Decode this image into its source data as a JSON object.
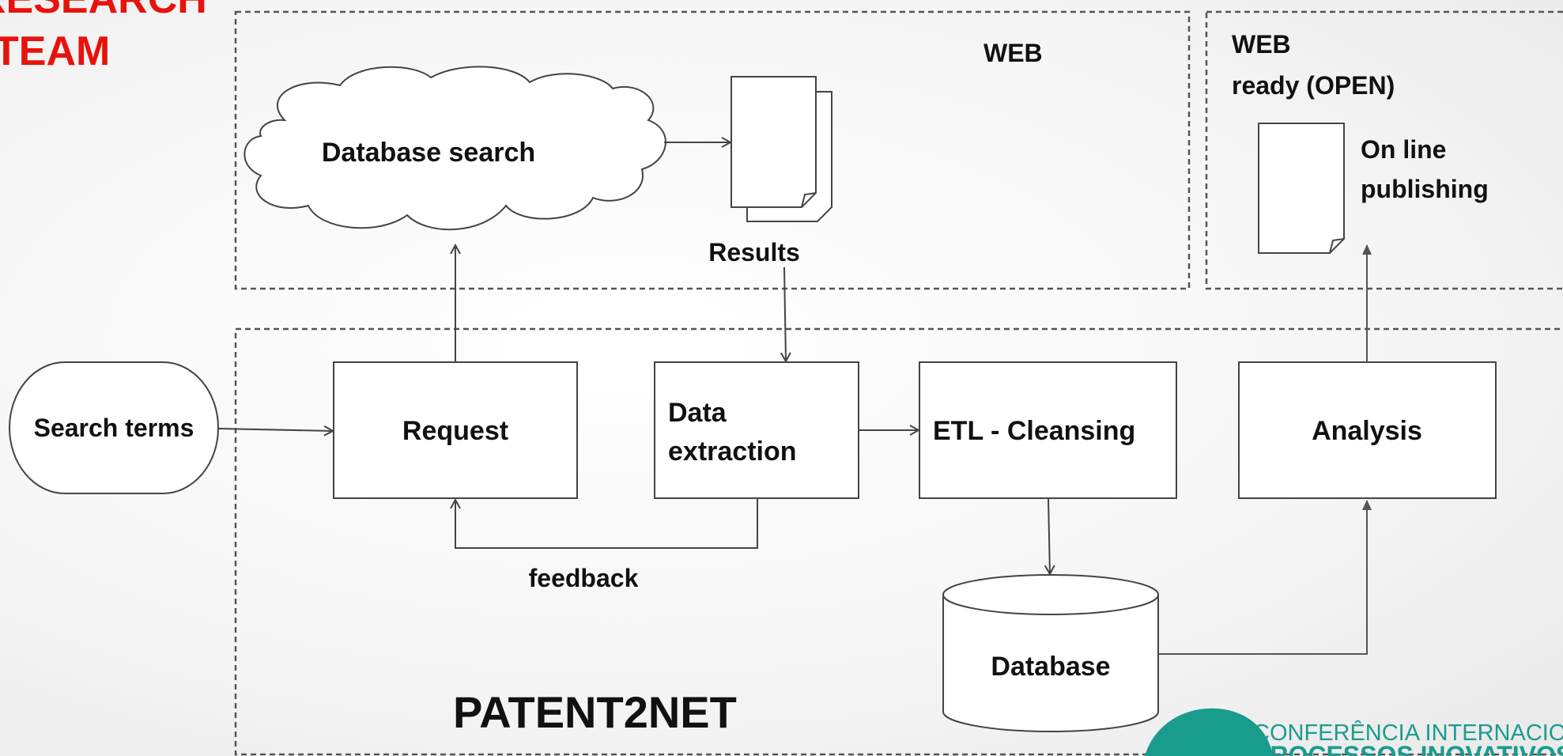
{
  "team_title": [
    "RESEARCH",
    "TEAM"
  ],
  "zones": {
    "web": "WEB",
    "web_ready": [
      "WEB",
      "ready (OPEN)"
    ]
  },
  "nodes": {
    "database_search": "Database search",
    "results": "Results",
    "online_publishing": [
      "On line",
      "publishing"
    ],
    "search_terms": "Search terms",
    "request": "Request",
    "data_extraction": [
      "Data",
      "extraction"
    ],
    "etl": "ETL - Cleansing",
    "analysis": "Analysis",
    "database": "Database",
    "feedback": "feedback"
  },
  "project_name": "PATENT2NET",
  "conference": {
    "line1": "CONFERÊNCIA INTERNACIONAL",
    "line2": "PROCESSOS INOVATIVOS"
  },
  "colors": {
    "team_title": "#e8120c",
    "conference_teal": "#1a9c8d"
  }
}
